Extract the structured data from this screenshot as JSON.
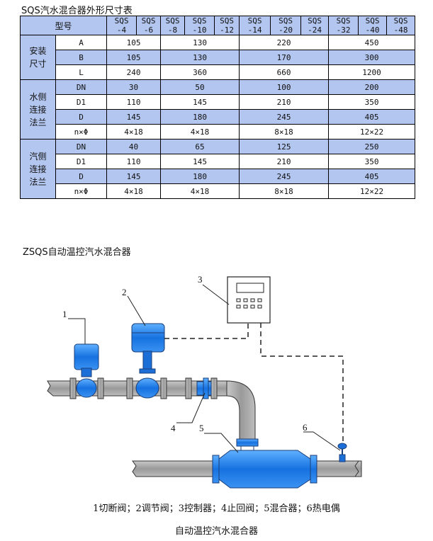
{
  "table_title": "SQS汽水混合器外形尺寸表",
  "header": {
    "model_label": "型号",
    "models": [
      {
        "top": "SQS",
        "bot": "-4"
      },
      {
        "top": "SQS",
        "bot": "-6"
      },
      {
        "top": "SQS",
        "bot": "-8"
      },
      {
        "top": "SQS",
        "bot": "-10"
      },
      {
        "top": "SQS",
        "bot": "-12"
      },
      {
        "top": "SQS",
        "bot": "-14"
      },
      {
        "top": "SQS",
        "bot": "-20"
      },
      {
        "top": "SQS",
        "bot": "-24"
      },
      {
        "top": "SQS",
        "bot": "-32"
      },
      {
        "top": "SQS",
        "bot": "-40"
      },
      {
        "top": "SQS",
        "bot": "-48"
      }
    ]
  },
  "groups": [
    {
      "label": "安装尺寸",
      "rows": [
        {
          "param": "A",
          "v": [
            "105",
            "130",
            "220",
            "450"
          ]
        },
        {
          "param": "B",
          "v": [
            "105",
            "130",
            "170",
            "300"
          ]
        },
        {
          "param": "L",
          "v": [
            "240",
            "360",
            "660",
            "1200"
          ]
        }
      ]
    },
    {
      "label": "水侧连接法兰",
      "rows": [
        {
          "param": "DN",
          "v": [
            "30",
            "50",
            "100",
            "200"
          ]
        },
        {
          "param": "D1",
          "v": [
            "110",
            "145",
            "210",
            "350"
          ]
        },
        {
          "param": "D",
          "v": [
            "145",
            "180",
            "245",
            "405"
          ]
        },
        {
          "param": "n×Φ",
          "v": [
            "4×18",
            "4×18",
            "8×18",
            "12×22"
          ]
        }
      ]
    },
    {
      "label": "汽侧连接法兰",
      "rows": [
        {
          "param": "DN",
          "v": [
            "40",
            "65",
            "125",
            "250"
          ]
        },
        {
          "param": "D1",
          "v": [
            "110",
            "145",
            "210",
            "350"
          ]
        },
        {
          "param": "D",
          "v": [
            "145",
            "180",
            "245",
            "405"
          ]
        },
        {
          "param": "n×Φ",
          "v": [
            "4×18",
            "4×18",
            "8×18",
            "12×22"
          ]
        }
      ]
    }
  ],
  "diagram_title": "ZSQS自动温控汽水混合器",
  "callouts": [
    "1",
    "2",
    "3",
    "4",
    "5",
    "6"
  ],
  "legend": "1切断阀；2调节阀；3控制器；4止回阀；5混合器；6热电偶",
  "caption": "自动温控汽水混合器",
  "colors": {
    "table_blue": "#b3c6ef",
    "pipe_gray": "#a5a5a5",
    "device_blue": "#1f7fe6"
  }
}
